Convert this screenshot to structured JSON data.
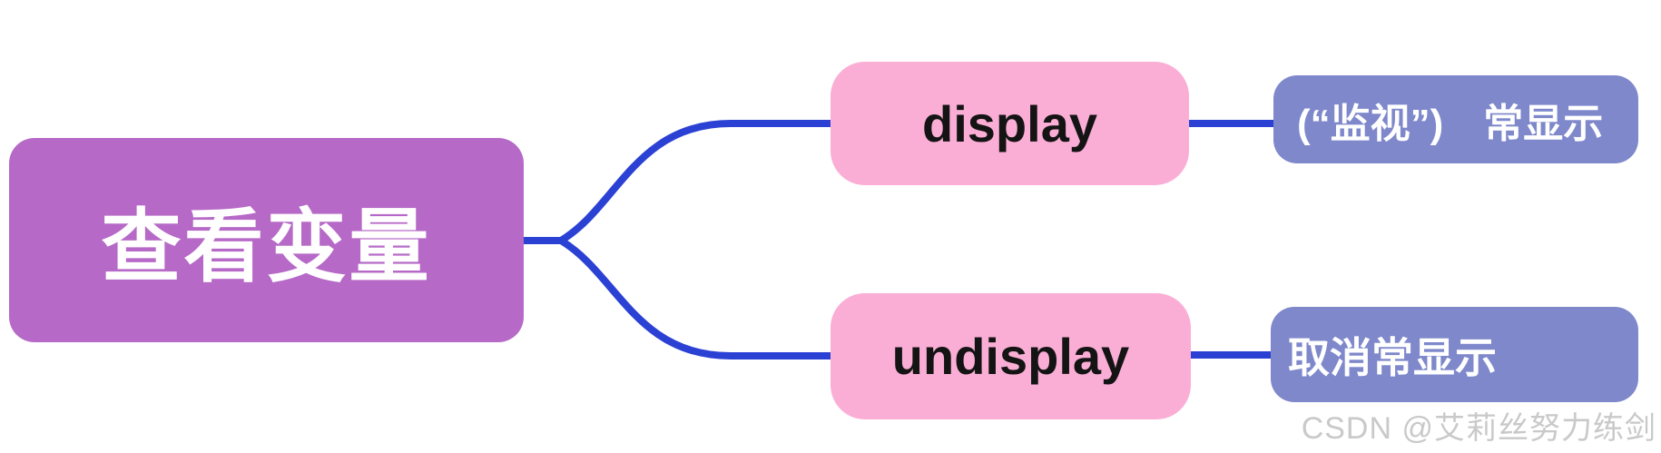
{
  "diagram": {
    "root": {
      "label": "查看变量"
    },
    "branches": [
      {
        "command": {
          "label": "display"
        },
        "result": {
          "label": "(“监视”)　常显示"
        }
      },
      {
        "command": {
          "label": "undisplay"
        },
        "result": {
          "label": "取消常显示"
        }
      }
    ],
    "colors": {
      "root_bg": "#B669C7",
      "root_text": "#FFFFFF",
      "command_bg": "#FBAED5",
      "command_text": "#141414",
      "result_bg": "#7E88CB",
      "result_text": "#FFFFFF",
      "connector": "#2B41D4",
      "watermark_text": "#C9C9C9"
    },
    "watermark": "CSDN @艾莉丝努力练剑"
  }
}
